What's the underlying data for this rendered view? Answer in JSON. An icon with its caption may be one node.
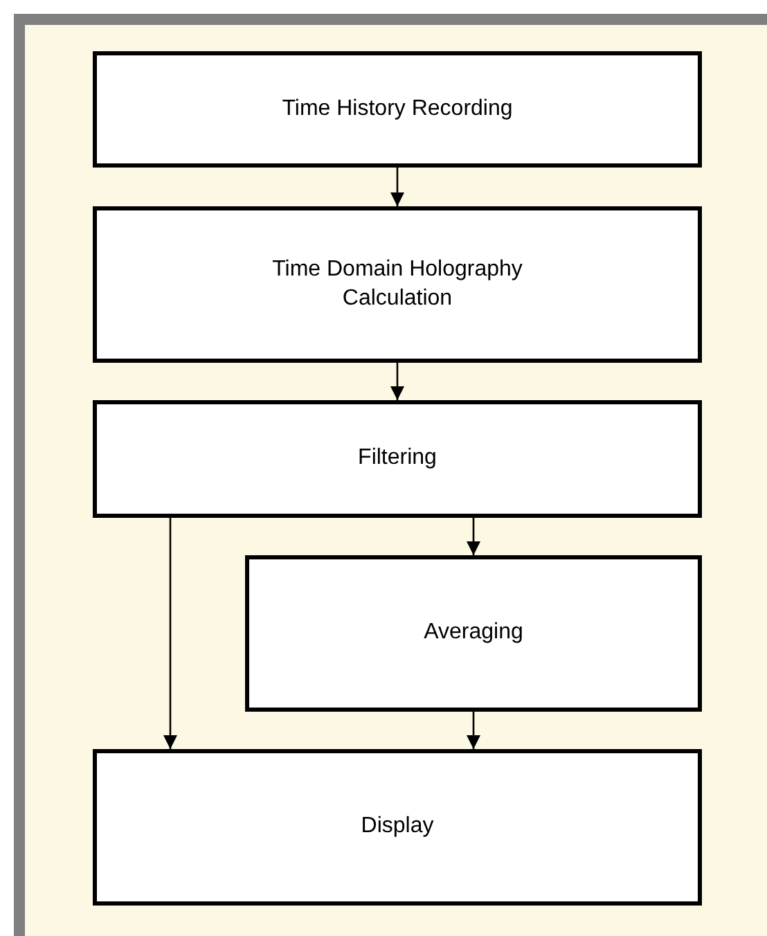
{
  "diagram": {
    "nodes": [
      {
        "text": [
          "Time History Recording"
        ]
      },
      {
        "text": [
          "Time Domain Holography Calculation"
        ]
      },
      {
        "text": [
          "Filtering"
        ]
      },
      {
        "text": [
          "Averaging"
        ]
      },
      {
        "text": [
          "Display"
        ]
      }
    ],
    "edges": [
      {
        "from": 0,
        "to": 1,
        "arrow": "to"
      },
      {
        "from": 1,
        "to": 2,
        "arrow": "to"
      },
      {
        "from": 2,
        "to": 3,
        "arrow": "to"
      },
      {
        "from": 2,
        "to": 4,
        "arrow": "to"
      },
      {
        "from": 3,
        "to": 4,
        "arrow": "to"
      }
    ]
  }
}
